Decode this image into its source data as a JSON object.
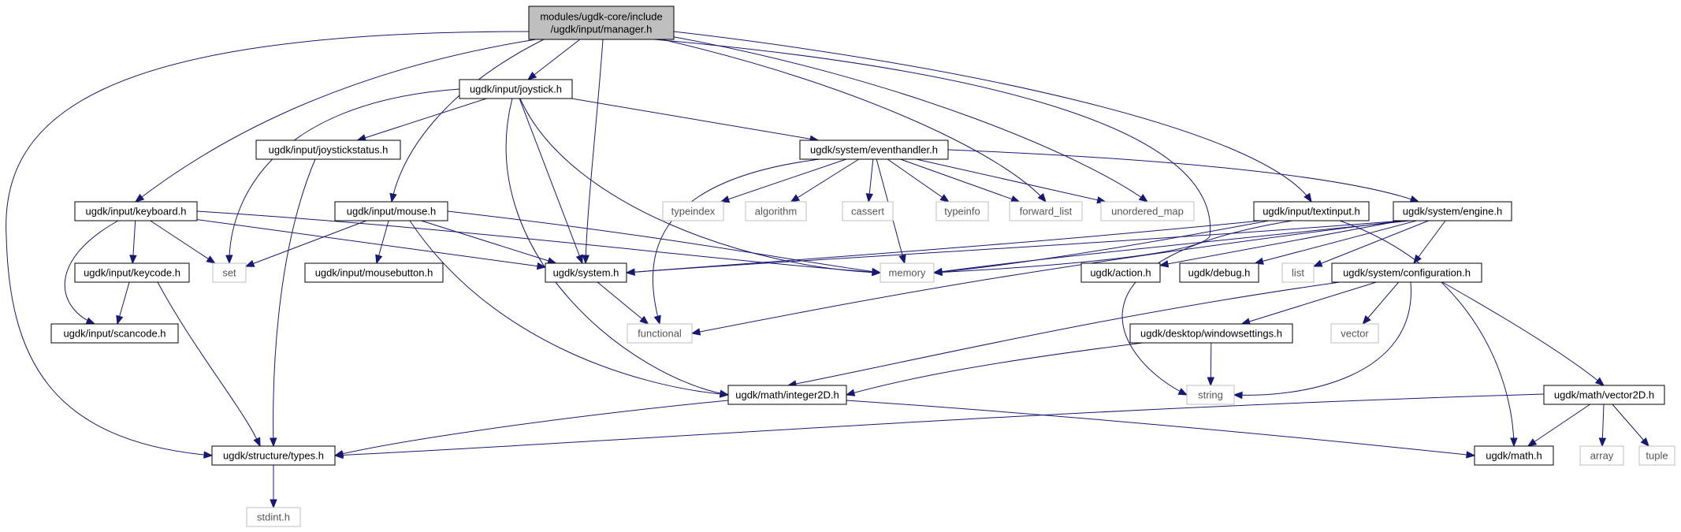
{
  "graph": {
    "colors": {
      "root_fill": "#bfbfbf",
      "node_fill": "#ffffff",
      "node_border": "#000000",
      "external_border": "#bfbfbf",
      "edge": "#191970"
    },
    "nodes": [
      {
        "id": "manager",
        "lines": [
          "modules/ugdk-core/include",
          "/ugdk/input/manager.h"
        ],
        "kind": "root"
      },
      {
        "id": "joystick",
        "lines": [
          "ugdk/input/joystick.h"
        ],
        "kind": "internal"
      },
      {
        "id": "joystickstatus",
        "lines": [
          "ugdk/input/joystickstatus.h"
        ],
        "kind": "internal"
      },
      {
        "id": "eventhandler",
        "lines": [
          "ugdk/system/eventhandler.h"
        ],
        "kind": "internal"
      },
      {
        "id": "keyboard",
        "lines": [
          "ugdk/input/keyboard.h"
        ],
        "kind": "internal"
      },
      {
        "id": "mouse",
        "lines": [
          "ugdk/input/mouse.h"
        ],
        "kind": "internal"
      },
      {
        "id": "typeindex",
        "lines": [
          "typeindex"
        ],
        "kind": "external"
      },
      {
        "id": "algorithm",
        "lines": [
          "algorithm"
        ],
        "kind": "external"
      },
      {
        "id": "cassert",
        "lines": [
          "cassert"
        ],
        "kind": "external"
      },
      {
        "id": "typeinfo",
        "lines": [
          "typeinfo"
        ],
        "kind": "external"
      },
      {
        "id": "forward_list",
        "lines": [
          "forward_list"
        ],
        "kind": "external"
      },
      {
        "id": "unordered_map",
        "lines": [
          "unordered_map"
        ],
        "kind": "external"
      },
      {
        "id": "textinput",
        "lines": [
          "ugdk/input/textinput.h"
        ],
        "kind": "internal"
      },
      {
        "id": "engine",
        "lines": [
          "ugdk/system/engine.h"
        ],
        "kind": "internal"
      },
      {
        "id": "keycode",
        "lines": [
          "ugdk/input/keycode.h"
        ],
        "kind": "internal"
      },
      {
        "id": "set",
        "lines": [
          "set"
        ],
        "kind": "external"
      },
      {
        "id": "mousebutton",
        "lines": [
          "ugdk/input/mousebutton.h"
        ],
        "kind": "internal"
      },
      {
        "id": "system",
        "lines": [
          "ugdk/system.h"
        ],
        "kind": "internal"
      },
      {
        "id": "memory",
        "lines": [
          "memory"
        ],
        "kind": "external"
      },
      {
        "id": "action",
        "lines": [
          "ugdk/action.h"
        ],
        "kind": "internal"
      },
      {
        "id": "debug",
        "lines": [
          "ugdk/debug.h"
        ],
        "kind": "internal"
      },
      {
        "id": "list",
        "lines": [
          "list"
        ],
        "kind": "external"
      },
      {
        "id": "configuration",
        "lines": [
          "ugdk/system/configuration.h"
        ],
        "kind": "internal"
      },
      {
        "id": "scancode",
        "lines": [
          "ugdk/input/scancode.h"
        ],
        "kind": "internal"
      },
      {
        "id": "functional",
        "lines": [
          "functional"
        ],
        "kind": "external"
      },
      {
        "id": "vector",
        "lines": [
          "vector"
        ],
        "kind": "external"
      },
      {
        "id": "windowsettings",
        "lines": [
          "ugdk/desktop/windowsettings.h"
        ],
        "kind": "internal"
      },
      {
        "id": "string",
        "lines": [
          "string"
        ],
        "kind": "external"
      },
      {
        "id": "integer2D",
        "lines": [
          "ugdk/math/integer2D.h"
        ],
        "kind": "internal"
      },
      {
        "id": "vector2D",
        "lines": [
          "ugdk/math/vector2D.h"
        ],
        "kind": "internal"
      },
      {
        "id": "types",
        "lines": [
          "ugdk/structure/types.h"
        ],
        "kind": "internal"
      },
      {
        "id": "mathh",
        "lines": [
          "ugdk/math.h"
        ],
        "kind": "internal"
      },
      {
        "id": "array",
        "lines": [
          "array"
        ],
        "kind": "external"
      },
      {
        "id": "tuple",
        "lines": [
          "tuple"
        ],
        "kind": "external"
      },
      {
        "id": "stdint",
        "lines": [
          "stdint.h"
        ],
        "kind": "external"
      }
    ],
    "edges": [
      [
        "manager",
        "joystick"
      ],
      [
        "manager",
        "keyboard"
      ],
      [
        "manager",
        "mouse"
      ],
      [
        "manager",
        "system"
      ],
      [
        "manager",
        "textinput"
      ],
      [
        "manager",
        "forward_list"
      ],
      [
        "manager",
        "unordered_map"
      ],
      [
        "manager",
        "memory"
      ],
      [
        "manager",
        "types"
      ],
      [
        "joystick",
        "joystickstatus"
      ],
      [
        "joystick",
        "eventhandler"
      ],
      [
        "joystick",
        "set"
      ],
      [
        "joystick",
        "system"
      ],
      [
        "joystick",
        "memory"
      ],
      [
        "joystick",
        "integer2D"
      ],
      [
        "joystickstatus",
        "types"
      ],
      [
        "eventhandler",
        "typeindex"
      ],
      [
        "eventhandler",
        "algorithm"
      ],
      [
        "eventhandler",
        "cassert"
      ],
      [
        "eventhandler",
        "typeinfo"
      ],
      [
        "eventhandler",
        "forward_list"
      ],
      [
        "eventhandler",
        "unordered_map"
      ],
      [
        "eventhandler",
        "memory"
      ],
      [
        "eventhandler",
        "functional"
      ],
      [
        "eventhandler",
        "engine"
      ],
      [
        "keyboard",
        "keycode"
      ],
      [
        "keyboard",
        "scancode"
      ],
      [
        "keyboard",
        "set"
      ],
      [
        "keyboard",
        "system"
      ],
      [
        "keyboard",
        "memory"
      ],
      [
        "keycode",
        "scancode"
      ],
      [
        "keycode",
        "types"
      ],
      [
        "mouse",
        "mousebutton"
      ],
      [
        "mouse",
        "set"
      ],
      [
        "mouse",
        "system"
      ],
      [
        "mouse",
        "memory"
      ],
      [
        "mouse",
        "integer2D"
      ],
      [
        "system",
        "functional"
      ],
      [
        "textinput",
        "system"
      ],
      [
        "textinput",
        "memory"
      ],
      [
        "textinput",
        "mathh"
      ],
      [
        "textinput",
        "string"
      ],
      [
        "engine",
        "system"
      ],
      [
        "engine",
        "memory"
      ],
      [
        "engine",
        "action"
      ],
      [
        "engine",
        "debug"
      ],
      [
        "engine",
        "list"
      ],
      [
        "engine",
        "configuration"
      ],
      [
        "engine",
        "functional"
      ],
      [
        "configuration",
        "vector"
      ],
      [
        "configuration",
        "string"
      ],
      [
        "configuration",
        "windowsettings"
      ],
      [
        "configuration",
        "integer2D"
      ],
      [
        "configuration",
        "vector2D"
      ],
      [
        "windowsettings",
        "string"
      ],
      [
        "windowsettings",
        "integer2D"
      ],
      [
        "integer2D",
        "types"
      ],
      [
        "integer2D",
        "mathh"
      ],
      [
        "vector2D",
        "mathh"
      ],
      [
        "vector2D",
        "types"
      ],
      [
        "vector2D",
        "array"
      ],
      [
        "vector2D",
        "tuple"
      ],
      [
        "types",
        "stdint"
      ]
    ]
  }
}
